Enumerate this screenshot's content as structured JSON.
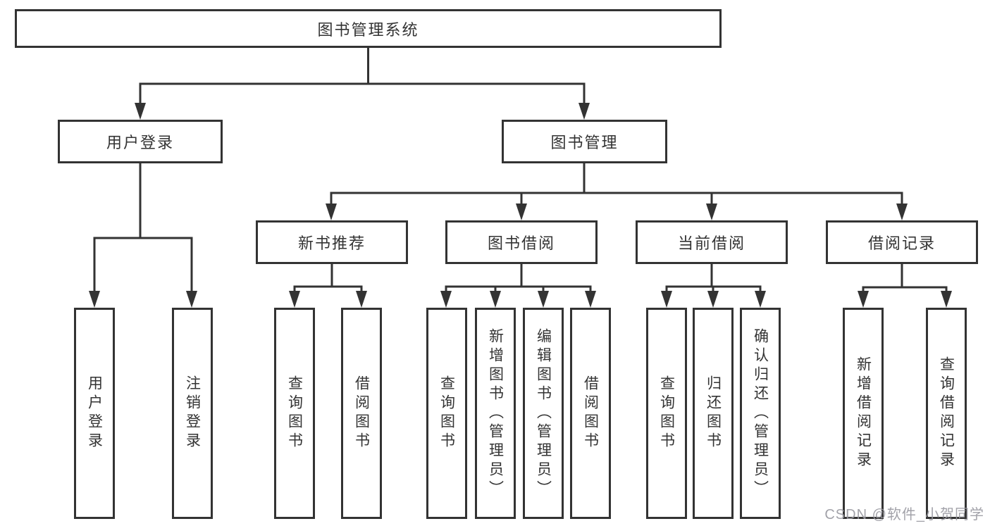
{
  "tree": {
    "label": "图书管理系统",
    "children": [
      {
        "label": "用户登录",
        "children": [
          {
            "label": "用户登录"
          },
          {
            "label": "注销登录"
          }
        ]
      },
      {
        "label": "图书管理",
        "children": [
          {
            "label": "新书推荐",
            "children": [
              {
                "label": "查询图书"
              },
              {
                "label": "借阅图书"
              }
            ]
          },
          {
            "label": "图书借阅",
            "children": [
              {
                "label": "查询图书"
              },
              {
                "label": "新增图书（管理员）"
              },
              {
                "label": "编辑图书（管理员）"
              },
              {
                "label": "借阅图书"
              }
            ]
          },
          {
            "label": "当前借阅",
            "children": [
              {
                "label": "查询图书"
              },
              {
                "label": "归还图书"
              },
              {
                "label": "确认归还（管理员）"
              }
            ]
          },
          {
            "label": "借阅记录",
            "children": [
              {
                "label": "新增借阅记录"
              },
              {
                "label": "查询借阅记录"
              }
            ]
          }
        ]
      }
    ]
  },
  "watermark": "CSDN @软件_小贺同学",
  "colors": {
    "line": "#333333",
    "text": "#333333",
    "watermark": "#9898a0",
    "background": "#ffffff"
  }
}
